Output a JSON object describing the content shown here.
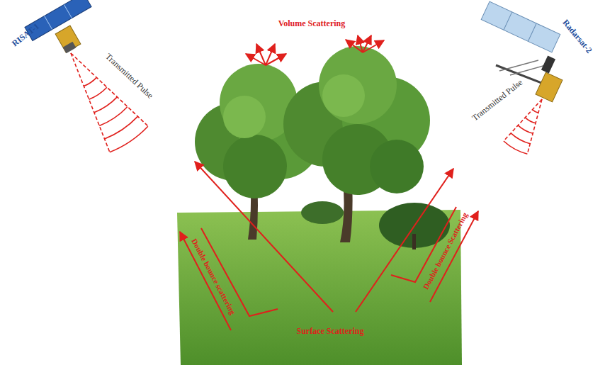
{
  "diagram": {
    "labels": [
      "RISAT-1",
      "Transmitted Pulse",
      "Radarsat-2",
      "Transmitted Pulse",
      "Volume Scattering",
      "Double bounce scattering",
      "Double bounce Scattering",
      "Surface Scattering"
    ]
  }
}
